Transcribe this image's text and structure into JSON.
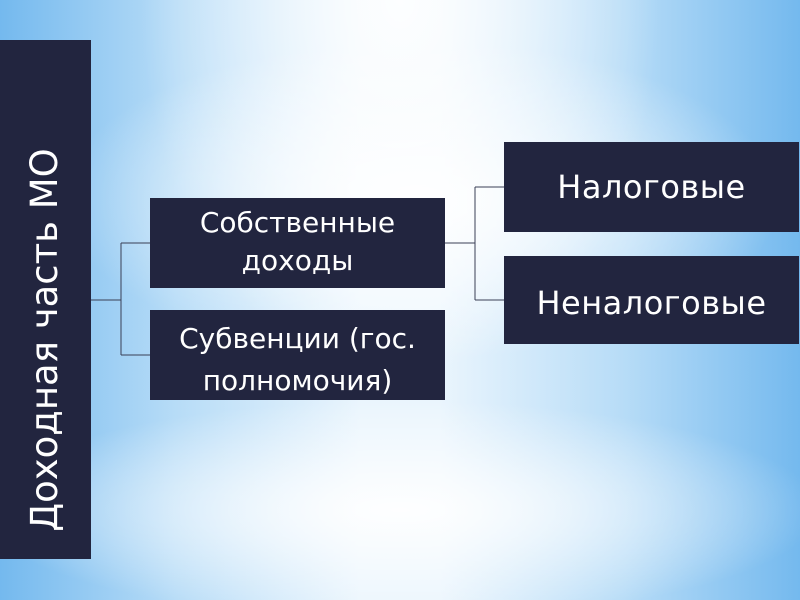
{
  "diagram": {
    "root": {
      "label": "Доходная часть МО"
    },
    "level1": [
      {
        "label": "Собственные доходы"
      },
      {
        "label": "Субвенции (гос. полномочия)"
      }
    ],
    "level2": [
      {
        "label": "Налоговые"
      },
      {
        "label": "Неналоговые"
      }
    ]
  },
  "colors": {
    "box_fill": "#22253f",
    "box_text": "#ffffff",
    "connector": "#3a3f55",
    "background_edge": "#74b9ee",
    "background_center": "#eaf5fd"
  }
}
